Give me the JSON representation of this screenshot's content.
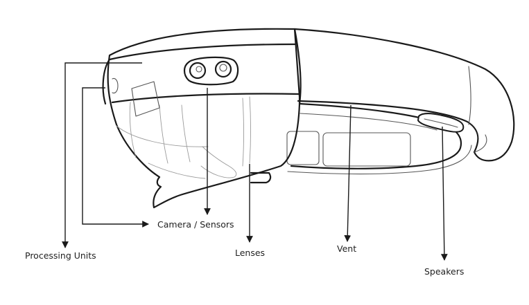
{
  "labels": {
    "processing_units": "Processing Units",
    "camera_sensors": "Camera / Sensors",
    "lenses": "Lenses",
    "vent": "Vent",
    "speakers": "Speakers"
  },
  "colors": {
    "line": "#1a1a1a",
    "background": "#ffffff",
    "detail": "#9a9a9a"
  }
}
